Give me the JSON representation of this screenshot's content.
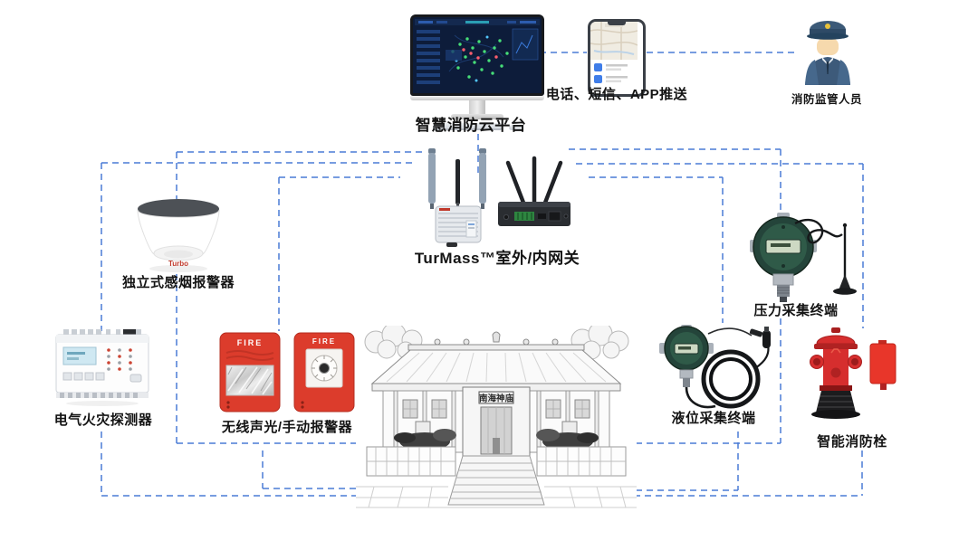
{
  "diagram": {
    "accent_color": "#4A7BD5",
    "top": {
      "cloud_platform_label": "智慧消防云平台",
      "push_label": "电话、短信、APP推送",
      "supervisor_label": "消防监管人员"
    },
    "gateway": {
      "label": "TurMass™室外/内网关"
    },
    "devices": {
      "smoke_label": "独立式感烟报警器",
      "smoke_brand": "Turbo",
      "electrical_label": "电气火灾探测器",
      "alarm_label": "无线声光/手动报警器",
      "alarm_fire_text": "FIRE",
      "pressure_label": "压力采集终端",
      "liquid_label": "液位采集终端",
      "hydrant_label": "智能消防栓"
    },
    "building": {
      "sign": "南海神庙"
    }
  }
}
